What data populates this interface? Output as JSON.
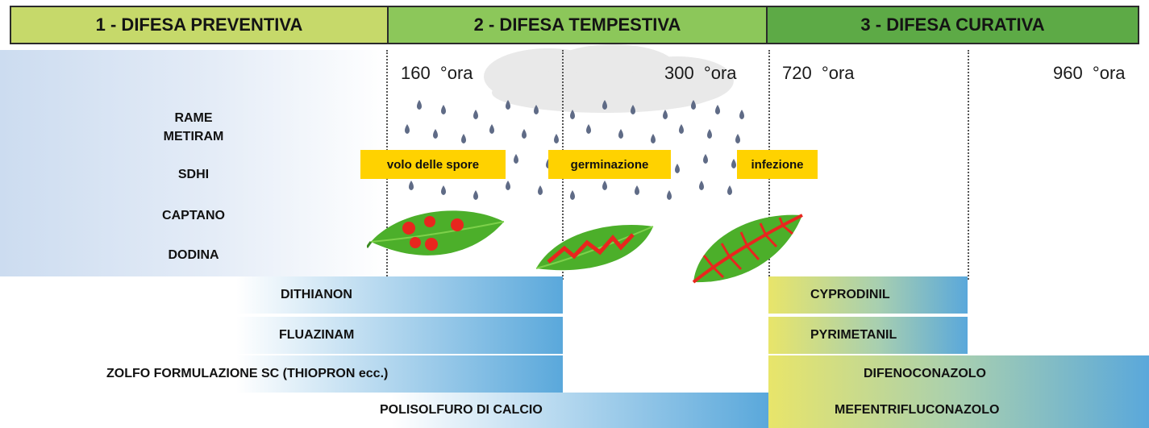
{
  "phases": [
    {
      "label": "1 - DIFESA PREVENTIVA",
      "color": "#c6d96a"
    },
    {
      "label": "2 - DIFESA TEMPESTIVA",
      "color": "#8cc75a"
    },
    {
      "label": "3 - DIFESA CURATIVA",
      "color": "#5daa46"
    }
  ],
  "hours": [
    "160  °ora",
    "300  °ora",
    "720  °ora",
    "960  °ora"
  ],
  "preventive_products": [
    "RAME",
    "METIRAM",
    "SDHI",
    "CAPTANO",
    "DODINA"
  ],
  "stages": [
    "volo delle spore",
    "germinazione",
    "infezione"
  ],
  "bars_left": [
    "DITHIANON",
    "FLUAZINAM",
    "ZOLFO FORMULAZIONE SC (THIOPRON ecc.)",
    "POLISOLFURO DI CALCIO"
  ],
  "bars_right": [
    "CYPRODINIL",
    "PYRIMETANIL",
    "DIFENOCONAZOLO",
    "MEFENTRIFLUCONAZOLO"
  ],
  "colors": {
    "blue": "#5aa8db",
    "yellow": "#e8e56a",
    "drop": "#5f6b86",
    "leaf": "#4caf2a",
    "lesion": "#e8261e"
  }
}
